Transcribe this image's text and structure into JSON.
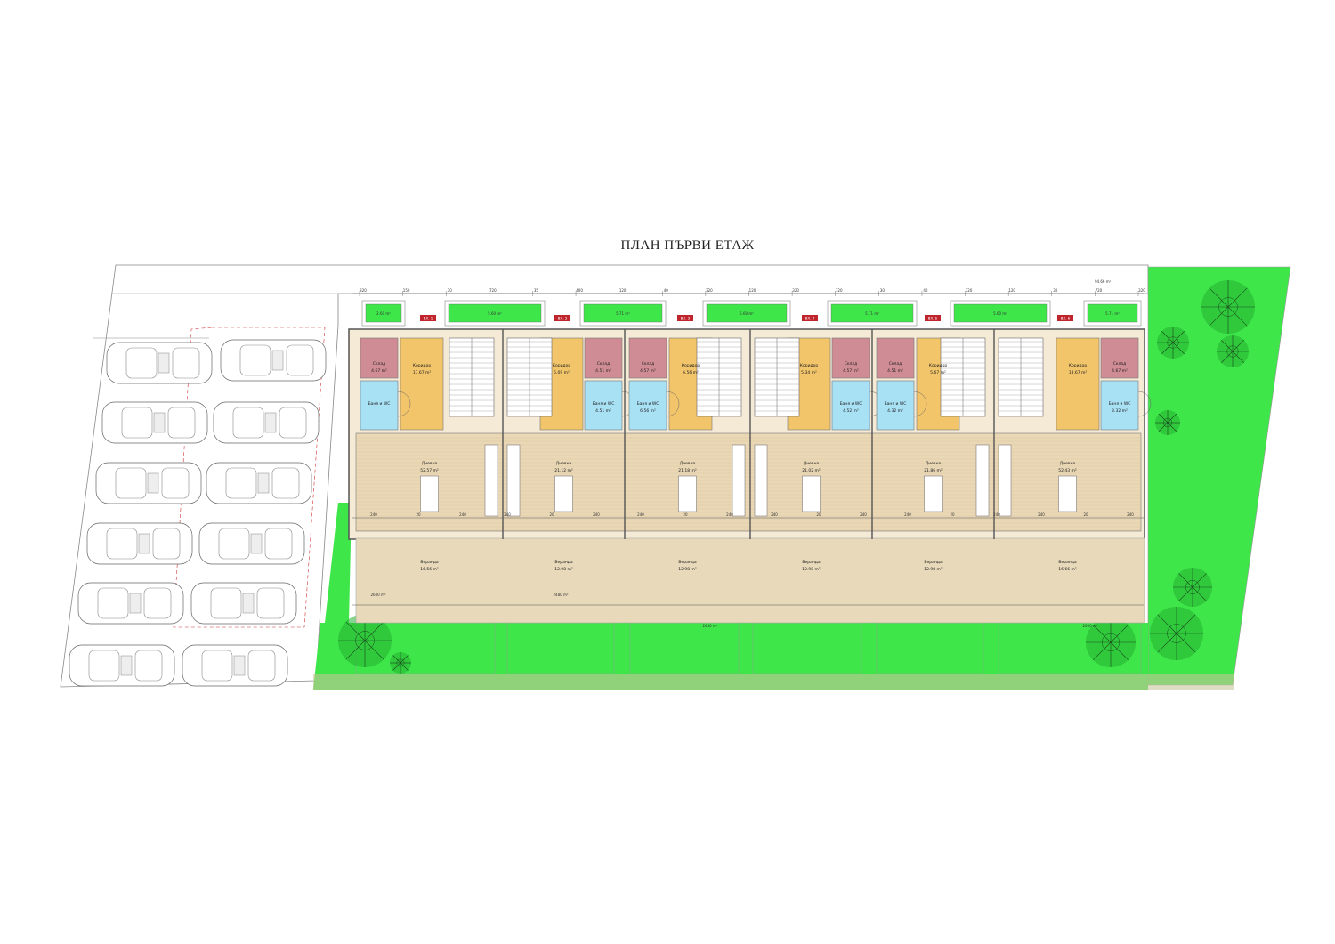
{
  "title": "ПЛАН ПЪРВИ ЕТАЖ",
  "colors": {
    "grass": "#3ee64a",
    "grass_dark": "#22b030",
    "storage": "#d08c94",
    "corridor": "#f2c56a",
    "bath": "#a8e0f4",
    "floor": "#e9d7b6",
    "terrace": "#e7d9b9",
    "wall": "#555555"
  },
  "top_area": "94.66 m²",
  "bed_areas": [
    "2.60 m²",
    "5.60 m²",
    "5.71 m²",
    "5.60 m²",
    "5.71 m²",
    "5.60 m²",
    "5.71 m²"
  ],
  "entry_tags": [
    "ВХ. 1",
    "ВХ. 2",
    "ВХ. 3",
    "ВХ. 4",
    "ВХ. 5",
    "ВХ. 6"
  ],
  "units": [
    {
      "storage": "Склад",
      "storage_area": "4.67 m²",
      "corridor": "Коридор",
      "corridor_area": "17.67 m²",
      "bath": "Баня и WC",
      "bath_area": "",
      "living": "Дневна",
      "living_area": "52.57 m²",
      "veranda": "Веранда",
      "veranda_area": "16.56 m²"
    },
    {
      "storage": "Склад",
      "storage_area": "4.51 m²",
      "corridor": "Коридор",
      "corridor_area": "5.09 m²",
      "bath": "Баня и WC",
      "bath_area": "4.51 m²",
      "living": "Дневна",
      "living_area": "21.12 m²",
      "veranda": "Веранда",
      "veranda_area": "12.98 m²"
    },
    {
      "storage": "Склад",
      "storage_area": "4.57 m²",
      "corridor": "Коридор",
      "corridor_area": "6.56 m²",
      "bath": "Баня и WC",
      "bath_area": "6.56 m²",
      "living": "Дневна",
      "living_area": "21.18 m²",
      "veranda": "Веранда",
      "veranda_area": "12.98 m²"
    },
    {
      "storage": "Склад",
      "storage_area": "4.57 m²",
      "corridor": "Коридор",
      "corridor_area": "5.34 m²",
      "bath": "Баня и WC",
      "bath_area": "4.52 m²",
      "living": "Дневна",
      "living_area": "21.02 m²",
      "veranda": "Веранда",
      "veranda_area": "12.98 m²"
    },
    {
      "storage": "Склад",
      "storage_area": "4.51 m²",
      "corridor": "Коридор",
      "corridor_area": "5.67 m²",
      "bath": "Баня и WC",
      "bath_area": "4.32 m²",
      "living": "Дневна",
      "living_area": "21.86 m²",
      "veranda": "Веранда",
      "veranda_area": "12.98 m²"
    },
    {
      "storage": "Склад",
      "storage_area": "4.67 m²",
      "corridor": "Коридор",
      "corridor_area": "13.67 m²",
      "bath": "Баня и WC",
      "bath_area": "3.32 m²",
      "living": "Дневна",
      "living_area": "52.43 m²",
      "veranda": "Веранда",
      "veranda_area": "16.66 m²"
    }
  ],
  "dims": {
    "top": [
      "320",
      "150",
      "30",
      "720",
      "35",
      "400",
      "120",
      "40",
      "320",
      "120",
      "320",
      "120",
      "30",
      "40",
      "320",
      "120",
      "30",
      "720",
      "320"
    ],
    "mid": [
      "240",
      "20",
      "240",
      "240",
      "20",
      "240",
      "240",
      "20",
      "240",
      "240",
      "20",
      "240",
      "240",
      "20",
      "240",
      "240",
      "20",
      "240"
    ],
    "bottom": [
      "2600 m²",
      "2480 m²",
      "2480 m²",
      "2600 m²"
    ]
  }
}
